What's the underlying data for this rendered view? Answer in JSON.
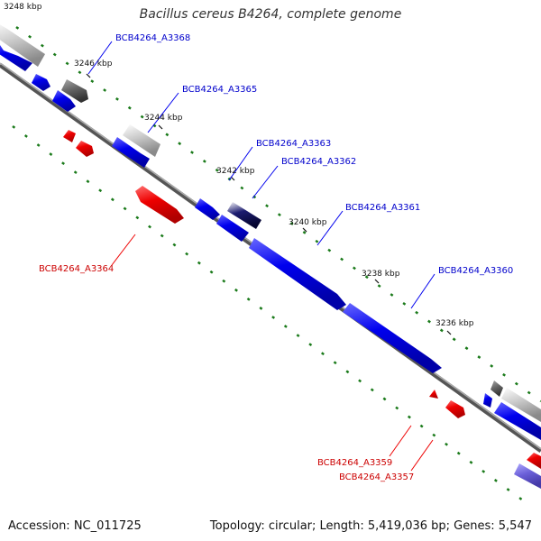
{
  "title": "Bacillus cereus B4264, complete genome",
  "footer": {
    "accession": "Accession: NC_011725",
    "summary": "Topology: circular; Length: 5,419,036 bp; Genes: 5,547"
  },
  "ticks": [
    "3248 kbp",
    "3246 kbp",
    "3244 kbp",
    "3242 kbp",
    "3240 kbp",
    "3238 kbp",
    "3236 kbp"
  ],
  "gene_labels": {
    "A3368": "BCB4264_A3368",
    "A3365": "BCB4264_A3365",
    "A3363": "BCB4264_A3363",
    "A3362": "BCB4264_A3362",
    "A3361": "BCB4264_A3361",
    "A3360": "BCB4264_A3360",
    "A3364": "BCB4264_A3364",
    "A3359": "BCB4264_A3359",
    "A3357": "BCB4264_A3357"
  },
  "colors": {
    "forward_strand": "#0000ee",
    "reverse_strand": "#ee0000",
    "backbone": "#777777",
    "tick_marks": "#1a7a1a"
  }
}
